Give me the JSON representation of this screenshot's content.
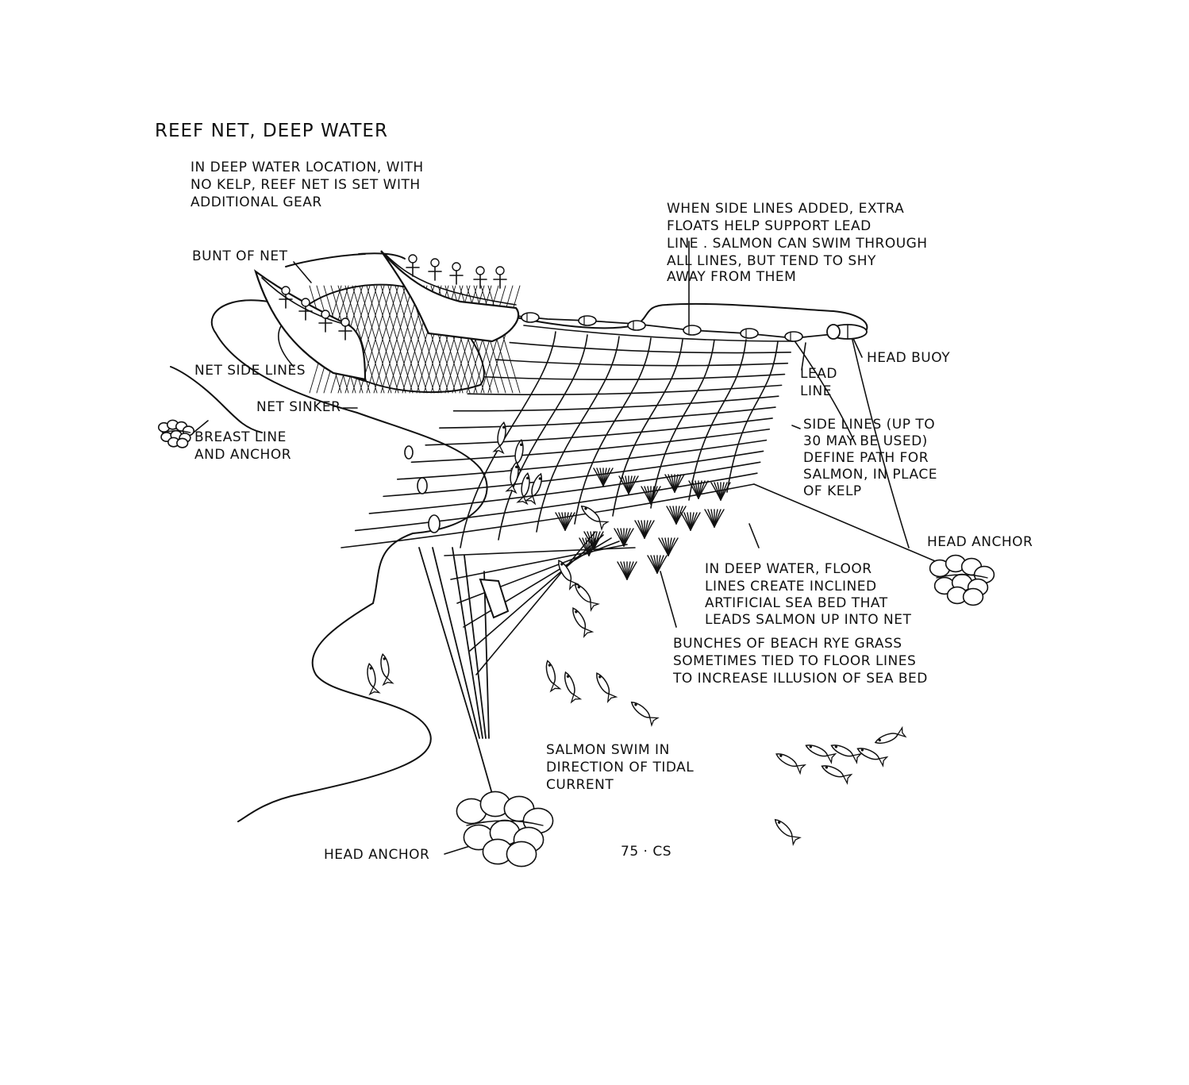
{
  "title": "REEF NET, DEEP WATER",
  "intro": [
    "IN DEEP WATER LOCATION, WITH",
    "NO KELP,  REEF NET IS SET WITH",
    "ADDITIONAL GEAR"
  ],
  "side_lines_note": [
    "WHEN SIDE LINES ADDED, EXTRA",
    "FLOATS  HELP SUPPORT LEAD",
    "LINE . SALMON CAN SWIM THROUGH",
    "ALL LINES, BUT TEND TO SHY",
    "AWAY FROM THEM"
  ],
  "labels": {
    "bunt_of_net": "BUNT OF NET",
    "net_side_lines": "NET SIDE LINES",
    "net_sinker": "NET SINKER",
    "breast_line": [
      "BREAST LINE",
      "AND ANCHOR"
    ],
    "head_buoy": "HEAD BUOY",
    "lead_line": [
      "LEAD",
      "LINE"
    ],
    "side_lines_upto": [
      "SIDE LINES (UP TO",
      "30 MAY BE USED)",
      "DEFINE PATH FOR",
      "SALMON, IN PLACE",
      "OF KELP"
    ],
    "head_anchor_right": "HEAD ANCHOR",
    "floor_lines": [
      "IN DEEP WATER, FLOOR",
      "LINES  CREATE  INCLINED",
      "ARTIFICIAL SEA BED THAT",
      "LEADS SALMON UP INTO NET"
    ],
    "rye_grass": [
      "BUNCHES OF BEACH RYE GRASS",
      "SOMETIMES  TIED TO FLOOR LINES",
      "TO INCREASE  ILLUSION OF SEA BED"
    ],
    "salmon_swim": [
      "SALMON SWIM IN",
      "DIRECTION OF TIDAL",
      "CURRENT"
    ],
    "head_anchor_bottom": "HEAD ANCHOR",
    "signature": "75 · CS"
  },
  "icons": [
    "canoe-icon",
    "net-icon",
    "float-icon",
    "anchor-stones-icon",
    "salmon-icon",
    "rye-grass-icon"
  ],
  "colors": {
    "ink": "#111111",
    "paper": "#ffffff"
  }
}
